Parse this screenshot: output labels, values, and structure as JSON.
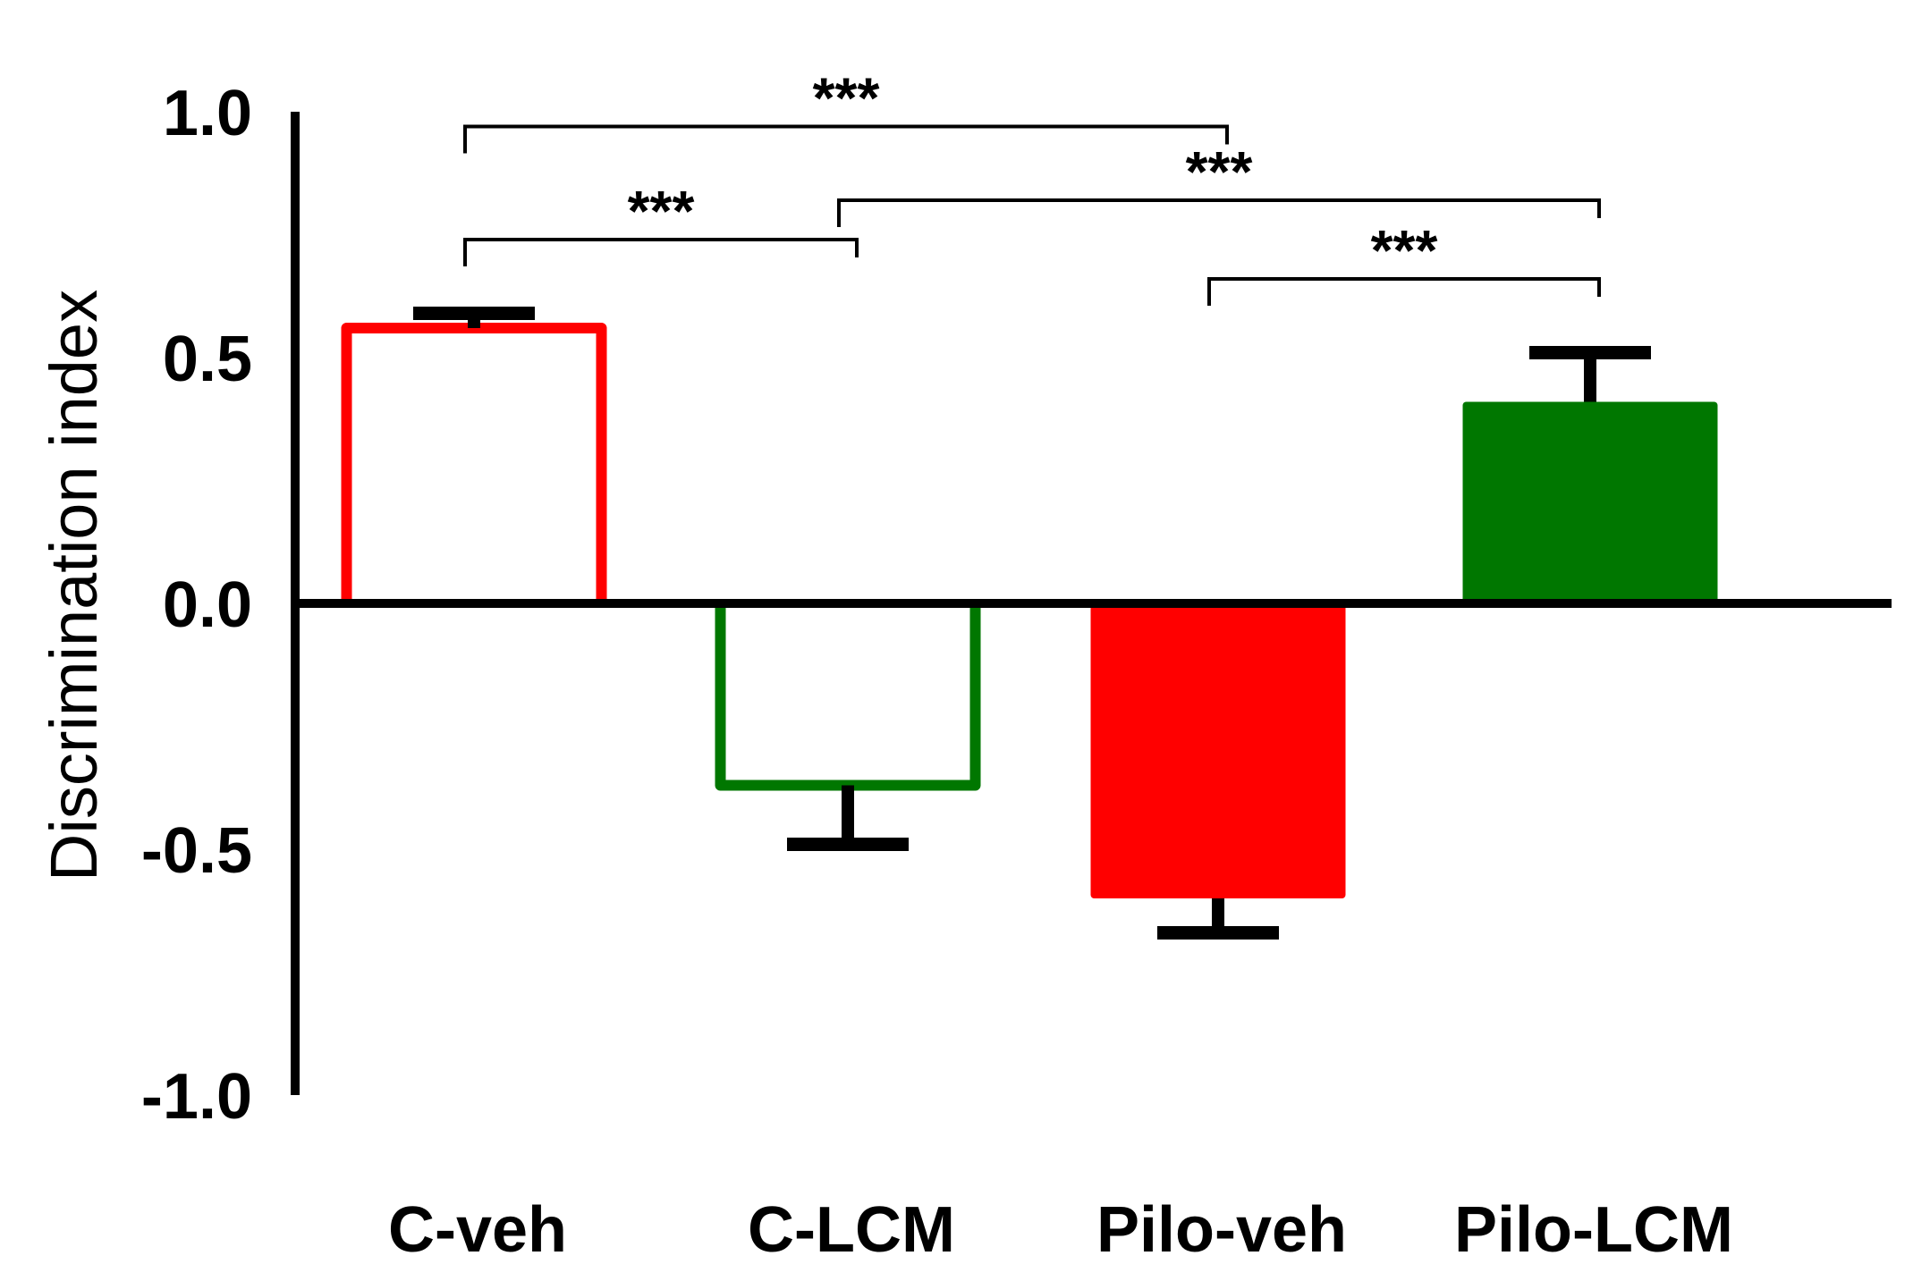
{
  "chart_data": {
    "type": "bar",
    "title": "",
    "xlabel": "",
    "ylabel": "Discrimination index",
    "ylim": [
      -1.0,
      1.0
    ],
    "yticks": [
      {
        "value": 1.0,
        "label": "1.0"
      },
      {
        "value": 0.5,
        "label": "0.5"
      },
      {
        "value": 0.0,
        "label": "0.0"
      },
      {
        "value": -0.5,
        "label": "-0.5"
      },
      {
        "value": -1.0,
        "label": "-1.0"
      }
    ],
    "categories": [
      "C-veh",
      "C-LCM",
      "Pilo-veh",
      "Pilo-LCM"
    ],
    "values": [
      0.56,
      -0.37,
      -0.6,
      0.41
    ],
    "errors": [
      0.03,
      0.12,
      0.07,
      0.1
    ],
    "bar_styles": [
      {
        "color": "#ff0000",
        "filled": false
      },
      {
        "color": "#007700",
        "filled": false
      },
      {
        "color": "#ff0000",
        "filled": true
      },
      {
        "color": "#007700",
        "filled": true
      }
    ],
    "significance": [
      {
        "from": 0,
        "to": 2,
        "label": "***",
        "y": 0.97
      },
      {
        "from": 0,
        "to": 1,
        "label": "***",
        "y": 0.74
      },
      {
        "from": 1,
        "to": 3,
        "label": "***",
        "y": 0.82
      },
      {
        "from": 2,
        "to": 3,
        "label": "***",
        "y": 0.66
      }
    ],
    "grid": false,
    "legend": "none"
  }
}
